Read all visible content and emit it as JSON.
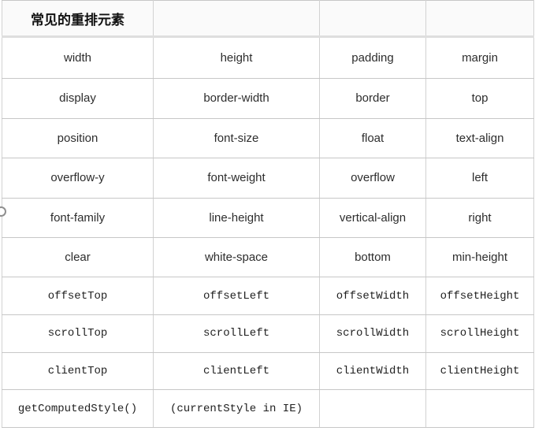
{
  "table": {
    "title": "常见的重排元素",
    "header": {
      "cells": [
        "常见的重排元素",
        "",
        "",
        ""
      ]
    },
    "rows": [
      {
        "mono": false,
        "cells": [
          "width",
          "height",
          "padding",
          "margin"
        ]
      },
      {
        "mono": false,
        "cells": [
          "display",
          "border-width",
          "border",
          "top"
        ]
      },
      {
        "mono": false,
        "cells": [
          "position",
          "font-size",
          "float",
          "text-align"
        ]
      },
      {
        "mono": false,
        "cells": [
          "overflow-y",
          "font-weight",
          "overflow",
          "left"
        ]
      },
      {
        "mono": false,
        "cells": [
          "font-family",
          "line-height",
          "vertical-align",
          "right"
        ]
      },
      {
        "mono": false,
        "cells": [
          "clear",
          "white-space",
          "bottom",
          "min-height"
        ]
      },
      {
        "mono": true,
        "cells": [
          "offsetTop",
          "offsetLeft",
          "offsetWidth",
          "offsetHeight"
        ]
      },
      {
        "mono": true,
        "cells": [
          "scrollTop",
          "scrollLeft",
          "scrollWidth",
          "scrollHeight"
        ]
      },
      {
        "mono": true,
        "cells": [
          "clientTop",
          "clientLeft",
          "clientWidth",
          "clientHeight"
        ]
      },
      {
        "mono": true,
        "cells": [
          "getComputedStyle()",
          "(currentStyle in IE)",
          "",
          ""
        ]
      }
    ]
  }
}
